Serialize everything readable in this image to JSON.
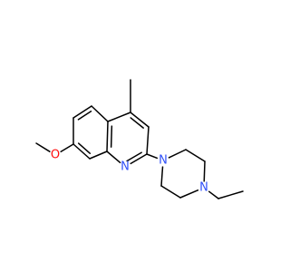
{
  "molecule": {
    "atoms": [
      {
        "id": "C_me",
        "label": ""
      },
      {
        "id": "C4",
        "label": ""
      },
      {
        "id": "C3",
        "label": ""
      },
      {
        "id": "C2",
        "label": ""
      },
      {
        "id": "N1",
        "label": "N",
        "color": "#3050F8"
      },
      {
        "id": "C8a",
        "label": ""
      },
      {
        "id": "C4a",
        "label": ""
      },
      {
        "id": "C5",
        "label": ""
      },
      {
        "id": "C6",
        "label": ""
      },
      {
        "id": "C7",
        "label": ""
      },
      {
        "id": "C8",
        "label": ""
      },
      {
        "id": "O",
        "label": "O",
        "color": "#FF0D0D"
      },
      {
        "id": "C_ome",
        "label": ""
      },
      {
        "id": "Np1",
        "label": "N",
        "color": "#3050F8"
      },
      {
        "id": "Cp2",
        "label": ""
      },
      {
        "id": "Cp3",
        "label": ""
      },
      {
        "id": "Np4",
        "label": "N",
        "color": "#3050F8"
      },
      {
        "id": "Cp5",
        "label": ""
      },
      {
        "id": "Cp6",
        "label": ""
      },
      {
        "id": "C_et1",
        "label": ""
      },
      {
        "id": "C_et2",
        "label": ""
      }
    ],
    "bond_color": "#000000"
  }
}
